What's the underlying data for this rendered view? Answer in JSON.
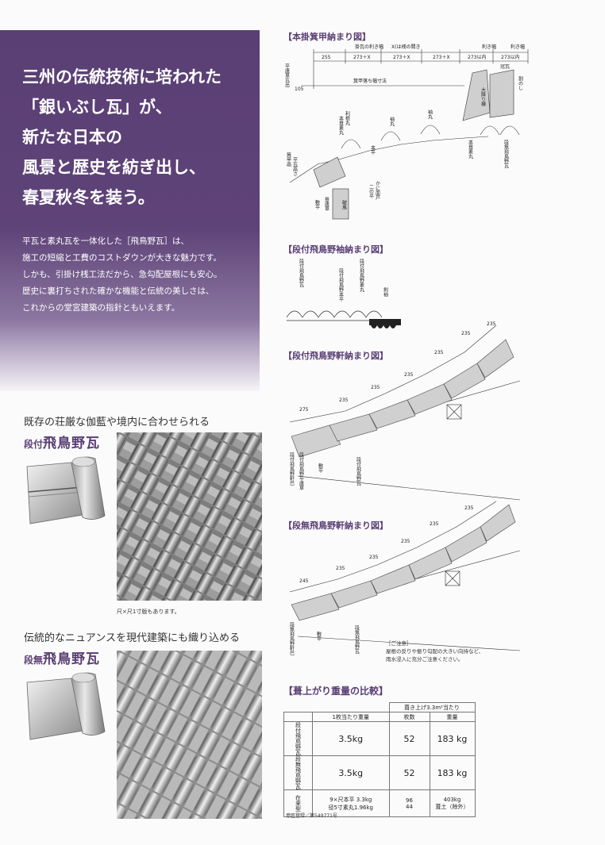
{
  "hero": {
    "title_lines": [
      "三州の伝統技術に培われた",
      "「銀いぶし瓦」が、",
      "新たな日本の",
      "風景と歴史を紡ぎ出し、",
      "春夏秋冬を装う。"
    ],
    "body_lines": [
      "平瓦と素丸瓦を一体化した［飛鳥野瓦］は、",
      "施工の短縮と工費のコストダウンが大きな魅力です。",
      "しかも、引掛け桟工法だから、急勾配屋根にも安心。",
      "歴史に裏打ちされた確かな機能と伝統の美しさは、",
      "これからの堂宮建築の指針ともいえます。"
    ]
  },
  "products": [
    {
      "heading": "既存の荘厳な伽藍や境内に合わせられる",
      "prefix": "段付",
      "name": "飛鳥野瓦",
      "caption": "尺×尺1寸版もあります。"
    },
    {
      "heading": "伝統的なニュアンスを現代建築にも織り込める",
      "prefix": "段無",
      "name": "飛鳥野瓦",
      "caption": ""
    }
  ],
  "diagrams": {
    "d1": {
      "title": "【本掛箕甲納まり図】",
      "top_labels": [
        "掛瓦の利き幅",
        "X(は桟の間き",
        "利き幅",
        "利き幅"
      ],
      "dims": [
        "255",
        "273＋X",
        "273＋X",
        "273＋X",
        "273以内",
        "273以内"
      ],
      "side_dim": "105",
      "side_label": "平唐草瓦出",
      "mid_label": "箕甲落ち幅寸法",
      "parts": [
        "冠瓦",
        "割のし",
        "大降り棟",
        "利根丸",
        "本葺素丸",
        "袖丸",
        "袖丸",
        "本平",
        "本葺素丸",
        "段無飛鳥野瓦",
        "かに面戸",
        "二の平",
        "破風",
        "掛唐草",
        "敷平",
        "平瓦高さ",
        "箕甲高"
      ]
    },
    "d2": {
      "title": "【段付飛鳥野袖納まり図】",
      "parts": [
        "段付飛鳥野瓦",
        "段付飛鳥野素丸",
        "段付飛鳥野本平",
        "剣袖"
      ]
    },
    "d3": {
      "title": "【段付飛鳥野軒納まり図】",
      "dims": [
        "275",
        "235",
        "235",
        "235",
        "235",
        "235",
        "235"
      ],
      "parts": [
        "段付飛鳥野軒巴",
        "段付飛鳥野平唐草",
        "敷平",
        "段付飛鳥野瓦"
      ]
    },
    "d4": {
      "title": "【段無飛鳥野軒納まり図】",
      "dims": [
        "245",
        "235",
        "235",
        "235",
        "235",
        "235"
      ],
      "parts": [
        "段無飛鳥野軒巴",
        "敷平",
        "段無飛鳥野瓦"
      ]
    }
  },
  "notice": {
    "title": "［ご注意］",
    "lines": [
      "屋根の反りや振り勾配の大きい向持など、",
      "雨水浸入に充分ご注意ください。"
    ]
  },
  "weight_table": {
    "title": "【葺上がり重量の比較】",
    "group_header": "葺き上げ3.3m²当たり",
    "headers": [
      "",
      "1枚当たり重量",
      "枚数",
      "重量"
    ],
    "rows": [
      {
        "name": "段付飛鳥野瓦",
        "unit": "3.5kg",
        "count": "52",
        "weight": "183 kg"
      },
      {
        "name": "段無飛鳥野瓦",
        "unit": "3.5kg",
        "count": "52",
        "weight": "183 kg"
      },
      {
        "name": "在来型",
        "unit": "9×尺本平 3.3kg\n径5寸素丸1.96kg",
        "count": "96\n44",
        "weight": "403kg\n葺土（除外）"
      }
    ],
    "footer": "意匠登録／第549771号"
  }
}
